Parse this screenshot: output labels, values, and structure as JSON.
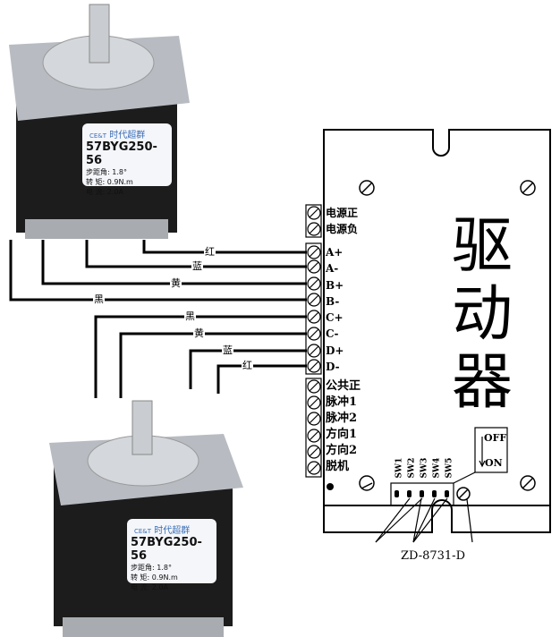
{
  "motor": {
    "brand": "时代超群",
    "logo": "CE&T",
    "model": "57BYG250-56",
    "step_angle_label": "步距角:",
    "step_angle": "1.8°",
    "torque_label": "转  矩:",
    "torque": "0.9N.m",
    "current_label": "电  流:",
    "current": "2.0A"
  },
  "terminals": {
    "power": [
      "电源正",
      "电源负"
    ],
    "motor": [
      "A+",
      "A-",
      "B+",
      "B-",
      "C+",
      "C-",
      "D+",
      "D-"
    ],
    "control": [
      "公共正",
      "脉冲1",
      "脉冲2",
      "方向1",
      "方向2",
      "脱机"
    ]
  },
  "wires": [
    "红",
    "蓝",
    "黄",
    "黑",
    "黑",
    "黄",
    "蓝",
    "红"
  ],
  "driver": {
    "title_chars": [
      "驱",
      "动",
      "器"
    ],
    "switches": [
      "SW1",
      "SW2",
      "SW3",
      "SW4",
      "SW5"
    ],
    "off": "OFF",
    "on": "ON",
    "model": "ZD-8731-D"
  }
}
